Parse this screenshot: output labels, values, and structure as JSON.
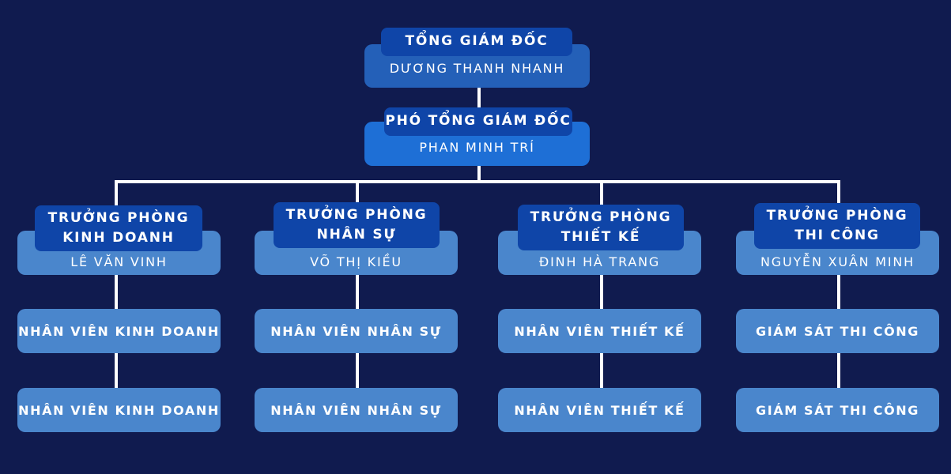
{
  "colors": {
    "background": "#101b4f",
    "title_tag": "#0f45a8",
    "ceo_box": "#2460b8",
    "deputy_box": "#1e6fd6",
    "manager_box": "#4a86cc",
    "staff_box": "#4a86cc",
    "connector": "#ffffff"
  },
  "ceo": {
    "title": "TỔNG GIÁM ĐỐC",
    "name": "DƯƠNG THANH NHANH"
  },
  "deputy": {
    "title": "PHÓ TỔNG GIÁM ĐỐC",
    "name": "PHAN MINH TRÍ"
  },
  "departments": [
    {
      "title_line1": "TRƯỞNG PHÒNG",
      "title_line2": "KINH DOANH",
      "name": "LÊ VĂN VINH",
      "staff": [
        "NHÂN VIÊN KINH DOANH",
        "NHÂN VIÊN KINH DOANH"
      ]
    },
    {
      "title_line1": "TRƯỞNG PHÒNG",
      "title_line2": "NHÂN SỰ",
      "name": "VÕ THỊ KIỀU",
      "staff": [
        "NHÂN VIÊN NHÂN SỰ",
        "NHÂN VIÊN NHÂN SỰ"
      ]
    },
    {
      "title_line1": "TRƯỞNG PHÒNG",
      "title_line2": "THIẾT KẾ",
      "name": "ĐINH HÀ TRANG",
      "staff": [
        "NHÂN VIÊN THIẾT KẾ",
        "NHÂN VIÊN THIẾT KẾ"
      ]
    },
    {
      "title_line1": "TRƯỞNG PHÒNG",
      "title_line2": "THI CÔNG",
      "name": "NGUYỄN XUÂN MINH",
      "staff": [
        "GIÁM SÁT THI CÔNG",
        "GIÁM SÁT THI CÔNG"
      ]
    }
  ]
}
